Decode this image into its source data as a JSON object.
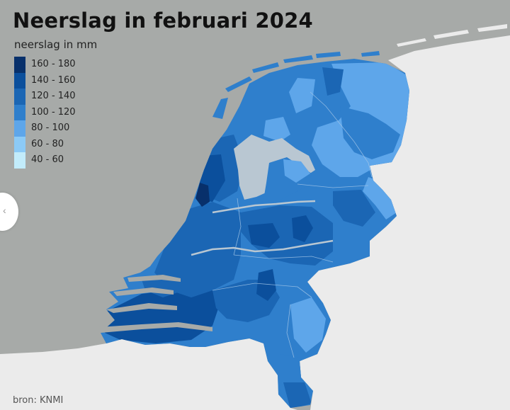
{
  "title": "Neerslag in februari 2024",
  "legend": {
    "title": "neerslag in mm",
    "classes": [
      {
        "label": "160 - 180",
        "color": "#08306b"
      },
      {
        "label": "140 - 160",
        "color": "#0b4f9c"
      },
      {
        "label": "120 - 140",
        "color": "#1b66b4"
      },
      {
        "label": "100 - 120",
        "color": "#2f7fcc"
      },
      {
        "label": "80 - 100",
        "color": "#5ea6ea"
      },
      {
        "label": "60 - 80",
        "color": "#8ccaf6"
      },
      {
        "label": "40 - 60",
        "color": "#c2ecfb"
      }
    ]
  },
  "source": "bron: KNMI",
  "colors": {
    "sea": "#a7aaa8",
    "land_outside": "#ebebeb",
    "ijsselmeer": "#b9c7d2",
    "borders": "#9fc3e6"
  }
}
